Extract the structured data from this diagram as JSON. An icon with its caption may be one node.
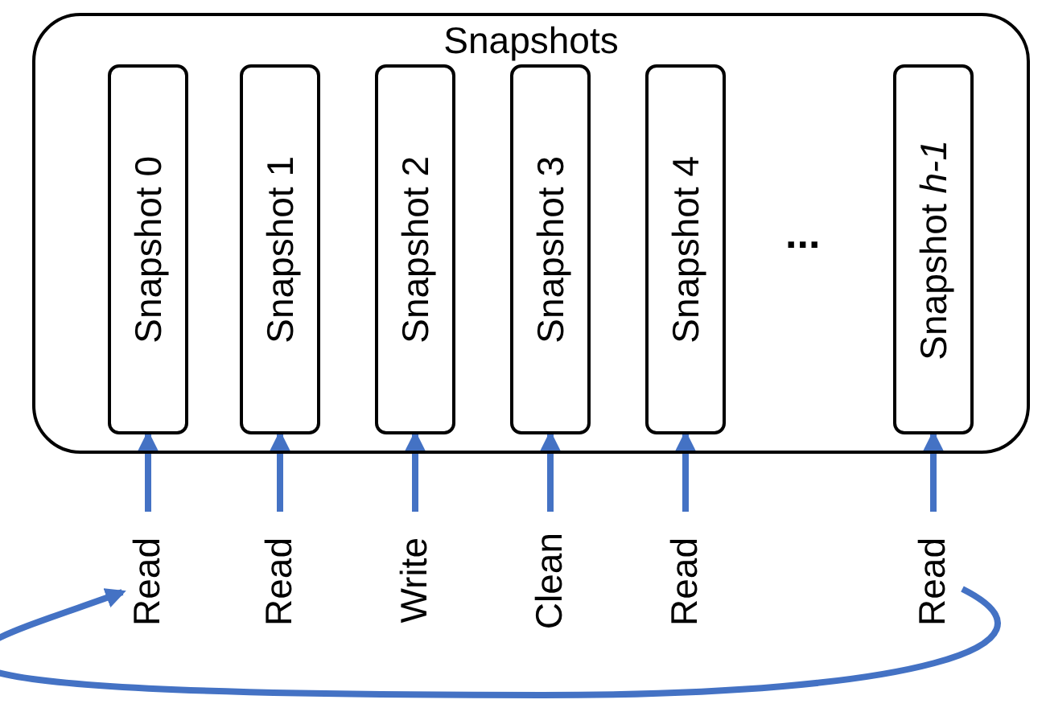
{
  "diagram": {
    "nodes": [
      {
        "text": [
          "Snapshots"
        ]
      },
      {
        "text": [
          "Snapshot 0"
        ],
        "in": 0
      },
      {
        "text": [
          "Snapshot 1"
        ],
        "in": 0
      },
      {
        "text": [
          "Snapshot 2"
        ],
        "in": 0
      },
      {
        "text": [
          "Snapshot 3"
        ],
        "in": 0
      },
      {
        "text": [
          "Snapshot 4"
        ],
        "in": 0
      },
      {
        "text": [
          "Snapshot *h-1*"
        ],
        "in": 0
      },
      {
        "text": [
          "Read"
        ]
      },
      {
        "text": [
          "Read"
        ]
      },
      {
        "text": [
          "Write"
        ]
      },
      {
        "text": [
          "Clean"
        ]
      },
      {
        "text": [
          "Read"
        ]
      },
      {
        "text": [
          "Read"
        ]
      }
    ],
    "edges": [
      {
        "from": 7,
        "to": 1,
        "arrow": "to"
      },
      {
        "from": 8,
        "to": 2,
        "arrow": "to"
      },
      {
        "from": 9,
        "to": 3,
        "arrow": "to"
      },
      {
        "from": 10,
        "to": 4,
        "arrow": "to"
      },
      {
        "from": 11,
        "to": 5,
        "arrow": "to"
      },
      {
        "from": 12,
        "to": 6,
        "arrow": "to"
      },
      {
        "from": 12,
        "to": 7,
        "arrow": "to"
      }
    ],
    "labels": [
      "..."
    ]
  }
}
